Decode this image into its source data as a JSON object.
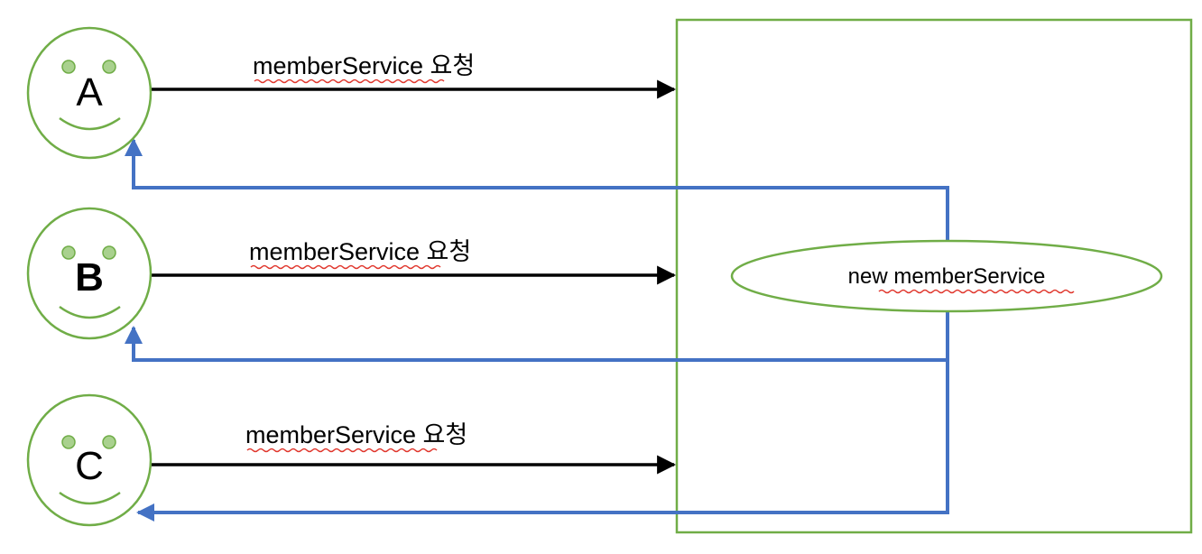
{
  "diagram": {
    "clients": [
      {
        "letter": "A"
      },
      {
        "letter": "B"
      },
      {
        "letter": "C"
      }
    ],
    "request_label": "memberService 요청",
    "new_node_label": "new memberService",
    "colors": {
      "face": "#70ad47",
      "eye": "#a9d18e",
      "request_arrow": "#000000",
      "response_arrow": "#4472c4",
      "container": "#70ad47",
      "spell_underline": "#e0352b"
    }
  }
}
